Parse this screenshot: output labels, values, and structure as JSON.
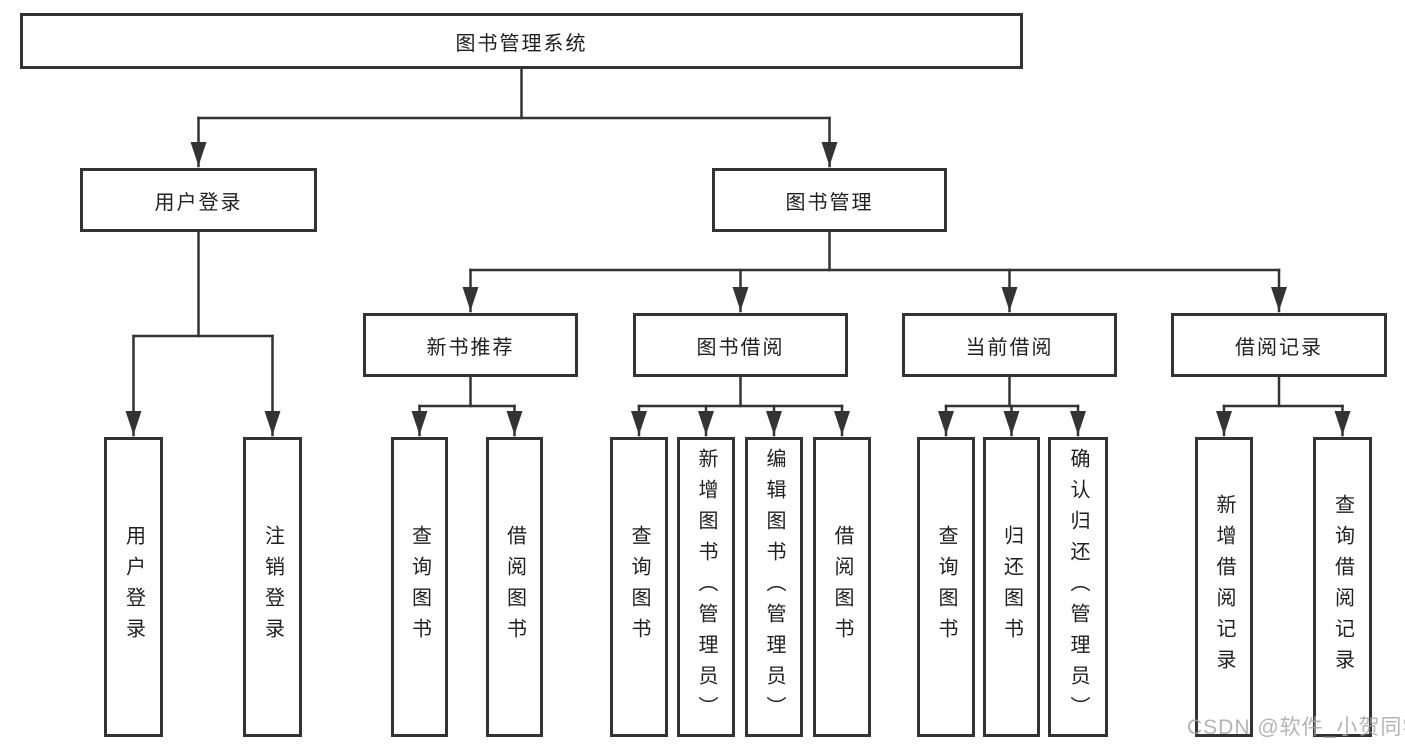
{
  "diagram": {
    "type": "hierarchy-diagram",
    "line_color": "#333333",
    "text_color": "#1f1f1f",
    "background": "#ffffff",
    "tree": {
      "root": {
        "label": "图书管理系统"
      },
      "branches": [
        {
          "label": "用户登录",
          "children": [
            "用户登录",
            "注销登录"
          ]
        },
        {
          "label": "图书管理",
          "sections": [
            {
              "label": "新书推荐",
              "children": [
                "查询图书",
                "借阅图书"
              ]
            },
            {
              "label": "图书借阅",
              "children": [
                "查询图书",
                "新增图书（管理员）",
                "编辑图书（管理员）",
                "借阅图书"
              ]
            },
            {
              "label": "当前借阅",
              "children": [
                "查询图书",
                "归还图书",
                "确认归还（管理员）"
              ]
            },
            {
              "label": "借阅记录",
              "children": [
                "新增借阅记录",
                "查询借阅记录"
              ]
            }
          ]
        }
      ]
    },
    "watermark": {
      "text": "CSDN @软件_小贺同学",
      "color": "#a8a8a8"
    }
  }
}
